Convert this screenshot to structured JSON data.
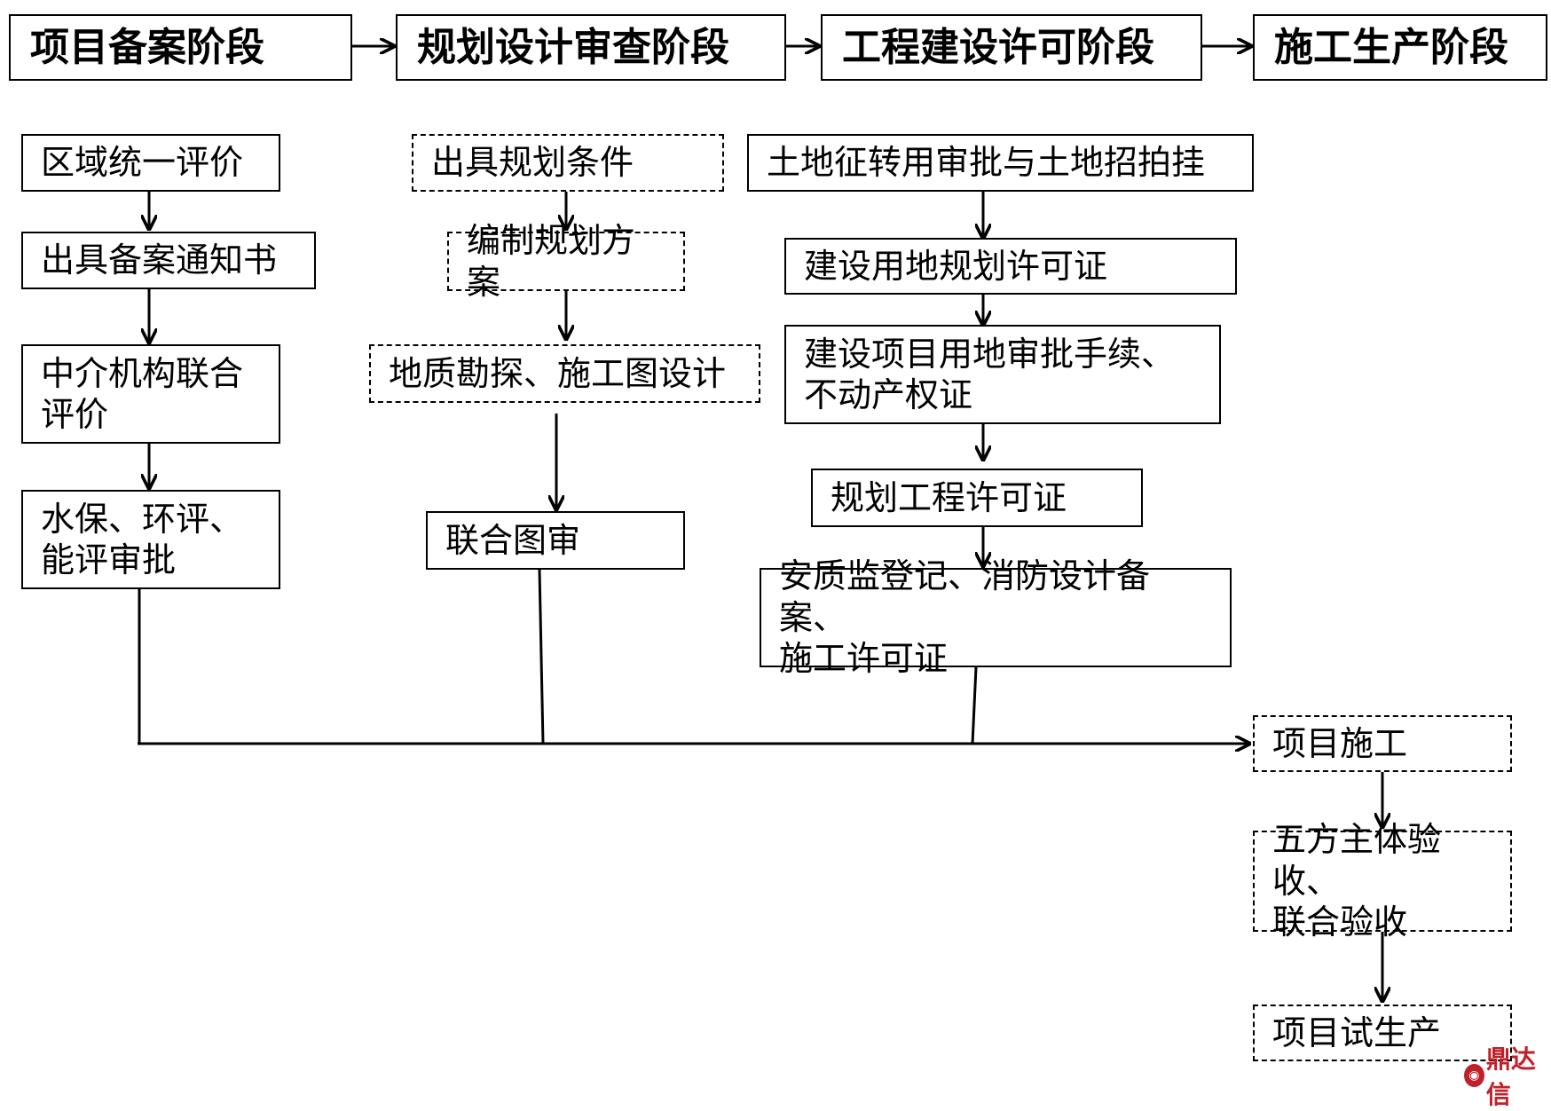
{
  "stages": [
    "项目备案阶段",
    "规划设计审查阶段",
    "工程建设许可阶段",
    "施工生产阶段"
  ],
  "col1": [
    "区域统一评价",
    "出具备案通知书",
    "中介机构联合\n评价",
    "水保、环评、\n能评审批"
  ],
  "col2": [
    "出具规划条件",
    "编制规划方案",
    "地质勘探、施工图设计",
    "联合图审"
  ],
  "col3": [
    "土地征转用审批与土地招拍挂",
    "建设用地规划许可证",
    "建设项目用地审批手续、\n不动产权证",
    "规划工程许可证",
    "安质监登记、消防设计备案、\n施工许可证"
  ],
  "col4": [
    "项目施工",
    "五方主体验收、\n联合验收",
    "项目试生产"
  ],
  "watermark": "鼎达信"
}
